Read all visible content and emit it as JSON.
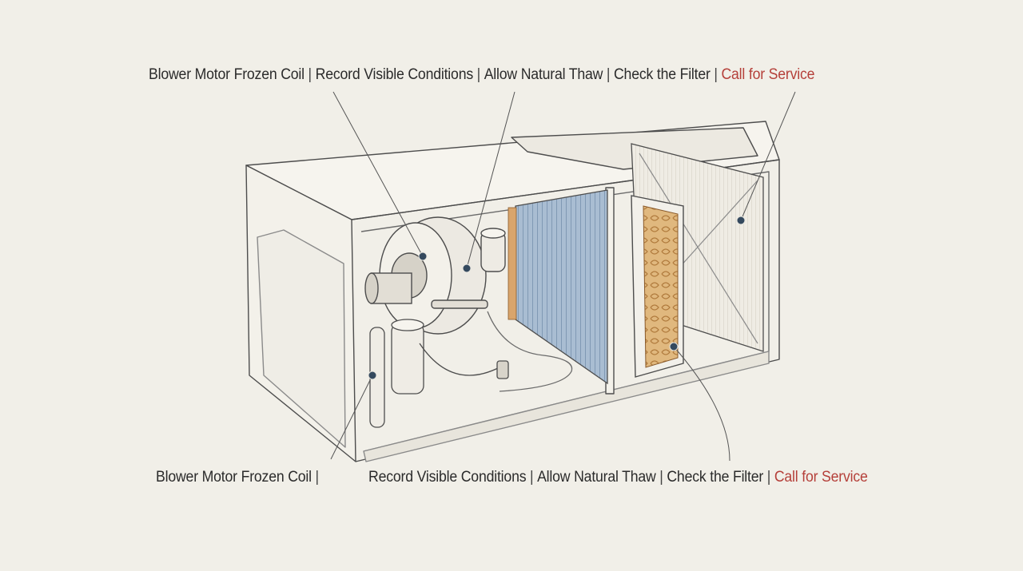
{
  "top_labels": {
    "blower_motor": "Blower Motor",
    "frozen_coil": "Frozen Coil",
    "record": "Record Visible Conditions",
    "thaw": "Allow Natural Thaw",
    "filter": "Check the Filter",
    "service": "Call for Service",
    "separator": "|"
  },
  "bottom_labels": {
    "blower_motor": "Blower Motor",
    "frozen_coil": "Frozen Coil",
    "record": "Record Visible Conditions",
    "thaw": "Allow Natural Thaw",
    "filter": "Check the Filter",
    "service": "Call for Service",
    "separator": "|"
  },
  "colors": {
    "background": "#f1efe8",
    "ink": "#4a4a4a",
    "callout_dot": "#34495e",
    "alert_text": "#b5403a",
    "coil_blue": "#8ea9c4",
    "coil_copper": "#d4a66a"
  }
}
